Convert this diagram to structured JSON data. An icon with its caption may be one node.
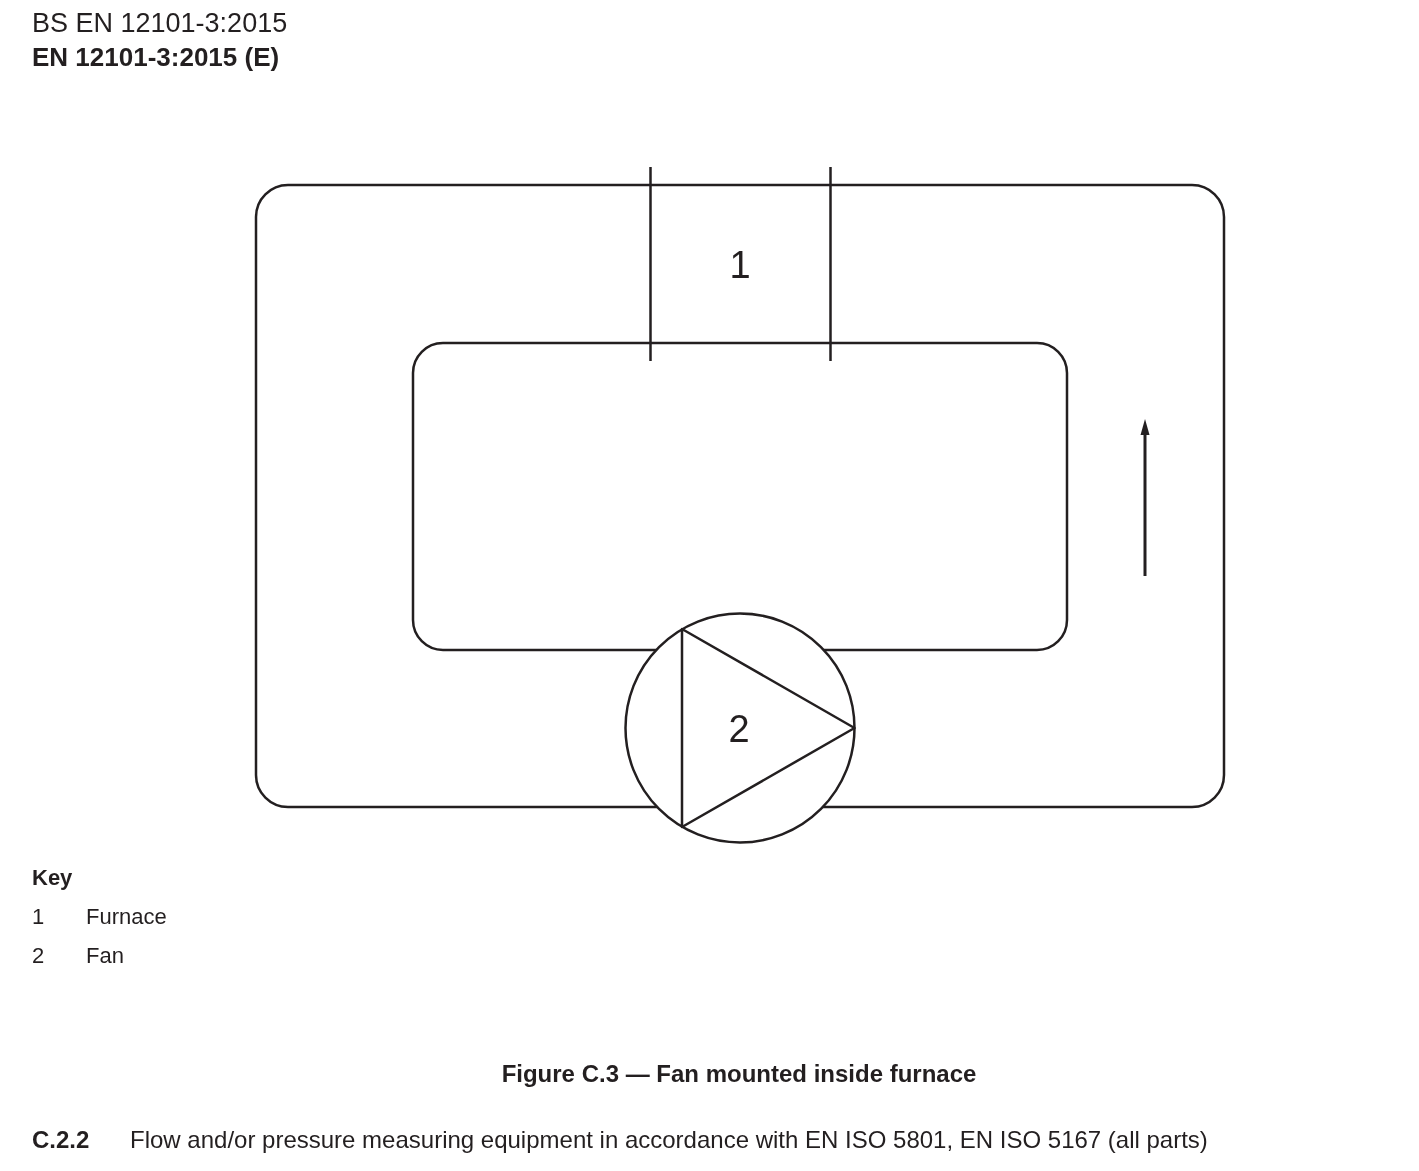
{
  "diagram": {
    "caption": "Figure C.3 — Fan mounted inside furnace",
    "nodes": [
      {
        "text": [
          "1"
        ]
      },
      {
        "text": [
          "2"
        ]
      }
    ],
    "labels": [
      "BS EN 12101-3:2015",
      "EN 12101-3:2015 (E)",
      "Key",
      "1",
      "Furnace",
      "2",
      "Fan",
      "C.2.2",
      "Flow and/or pressure measuring equipment in accordance with EN ISO 5801, EN ISO 5167 (all parts)"
    ]
  }
}
